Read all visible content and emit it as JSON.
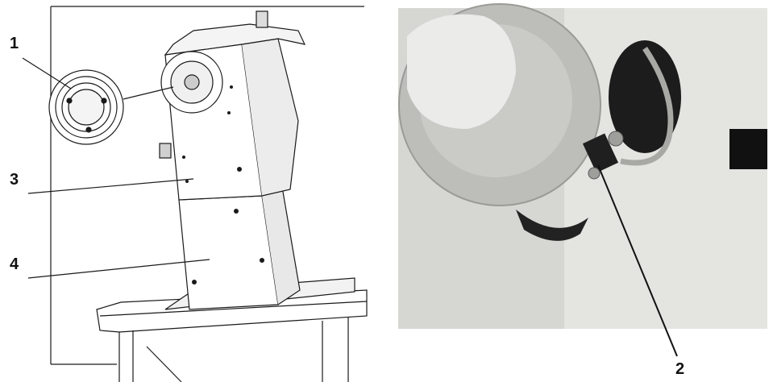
{
  "callouts": {
    "c1": "1",
    "c2": "2",
    "c3": "3",
    "c4": "4"
  },
  "colors": {
    "line": "#1a1a1a",
    "photo_bg": "#d9d9d6",
    "metal": "#cfcfcc"
  }
}
